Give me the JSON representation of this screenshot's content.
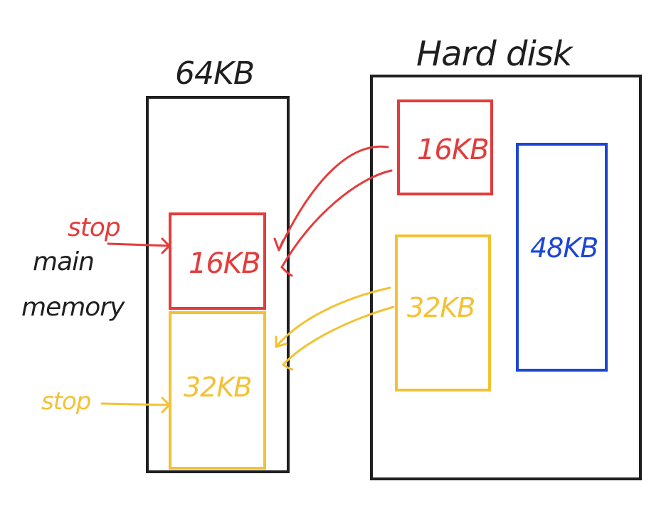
{
  "colors": {
    "ink": "#1f1f1f",
    "red": "#e43b3b",
    "yellow": "#f3c234",
    "blue": "#1c46d6"
  },
  "labels": {
    "memory_size": "64KB",
    "hard_disk": "Hard disk",
    "main_memory_line1": "main",
    "main_memory_line2": "memory",
    "red_stop": "stop",
    "yellow_stop": "stop",
    "mem_red_block": "16KB",
    "mem_yellow_block": "32KB",
    "disk_red_block": "16KB",
    "disk_yellow_block": "32KB",
    "disk_blue_block": "48KB"
  }
}
